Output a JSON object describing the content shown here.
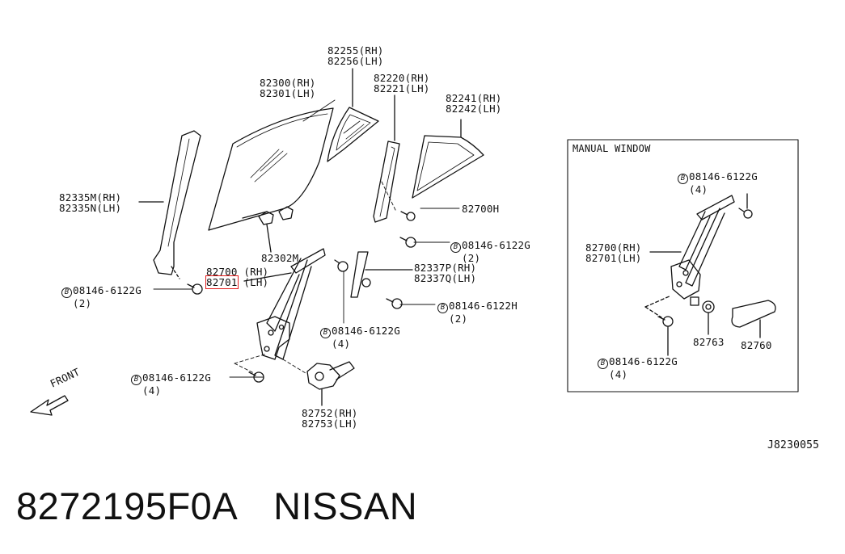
{
  "labels": {
    "p82255": [
      "82255(RH)",
      "82256(LH)"
    ],
    "p82300": [
      "82300(RH)",
      "82301(LH)"
    ],
    "p82220": [
      "82220(RH)",
      "82221(LH)"
    ],
    "p82241": [
      "82241(RH)",
      "82242(LH)"
    ],
    "p82335": [
      "82335M(RH)",
      "82335N(LH)"
    ],
    "p82700h": "82700H",
    "bolt_g_center": [
      "08146-6122G",
      "(2)"
    ],
    "p82302m": "82302M",
    "p82700_left": [
      "82700",
      "(RH)",
      "82701",
      "(LH)"
    ],
    "p82337": [
      "82337P(RH)",
      "82337Q(LH)"
    ],
    "bolt_g_left": [
      "08146-6122G",
      "(2)"
    ],
    "bolt_h": [
      "08146-6122H",
      "(2)"
    ],
    "bolt_g_regulator": [
      "08146-6122G",
      "(4)"
    ],
    "bolt_g_bottom": [
      "08146-6122G",
      "(4)"
    ],
    "p82752": [
      "82752(RH)",
      "82753(LH)"
    ],
    "front": "FRONT",
    "manual_title": "MANUAL WINDOW",
    "manual_bolt_top": [
      "08146-6122G",
      "(4)"
    ],
    "manual_82700": [
      "82700(RH)",
      "82701(LH)"
    ],
    "manual_82763": "82763",
    "manual_82760": "82760",
    "manual_bolt_bottom": [
      "08146-6122G",
      "(4)"
    ],
    "bolt_symbol": "B"
  },
  "diagram_code": "J8230055",
  "footer": {
    "part_number": "8272195F0A",
    "brand": "NISSAN"
  },
  "highlight_color": "#e21b1b"
}
